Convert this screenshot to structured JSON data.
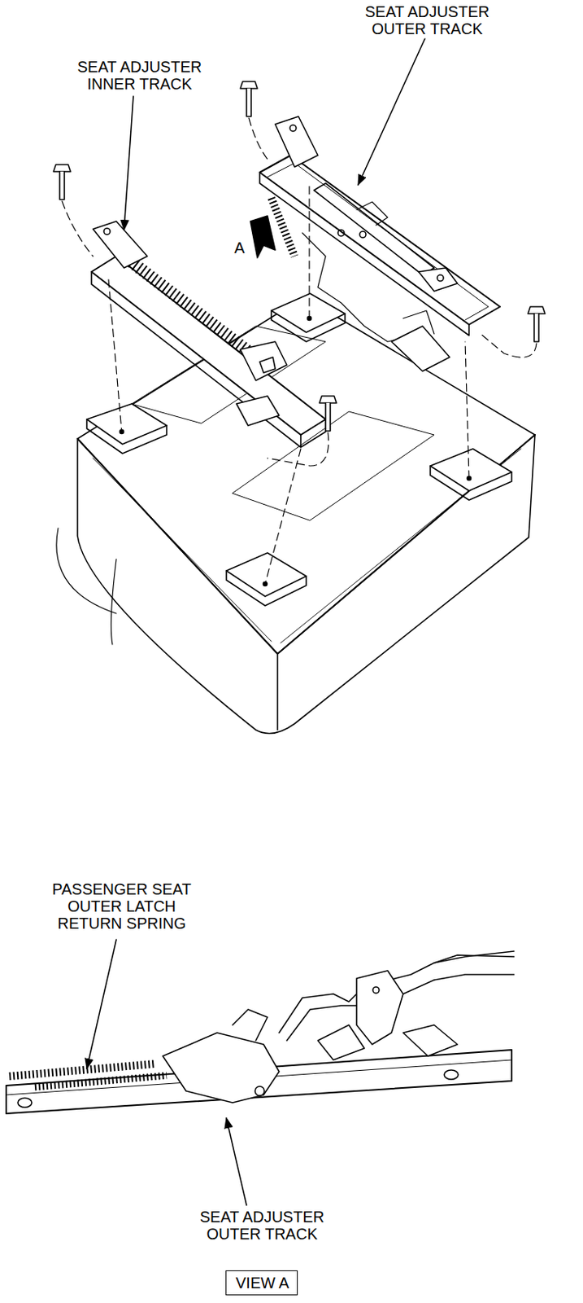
{
  "diagram": {
    "nodes": [
      {
        "text": [
          "VIEW A"
        ]
      }
    ],
    "labels": [
      "SEAT ADJUSTER OUTER TRACK",
      "SEAT ADJUSTER INNER TRACK",
      "A",
      "PASSENGER SEAT OUTER LATCH RETURN SPRING",
      "SEAT ADJUSTER OUTER TRACK"
    ]
  }
}
